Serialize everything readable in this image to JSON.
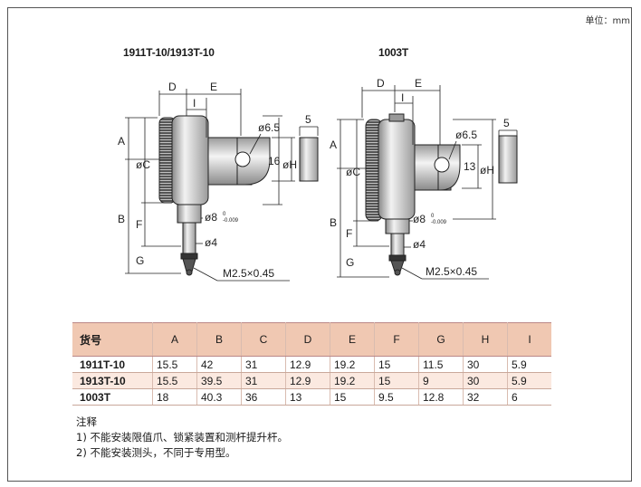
{
  "unit_label": "单位：mm",
  "titles": {
    "left": "1911T-10/1913T-10",
    "right": "1003T"
  },
  "drawing_labels": {
    "D": "D",
    "E": "E",
    "I": "I",
    "A": "A",
    "B": "B",
    "C": "øC",
    "F": "F",
    "G": "G",
    "H": "øH",
    "hole": "ø6.5",
    "width5": "5",
    "dim16": "16",
    "dim13": "13",
    "stem": "ø8",
    "stem_tol_up": "0",
    "stem_tol_low": "-0.009",
    "tip": "ø4",
    "thread": "M2.5×0.45"
  },
  "table": {
    "headers": [
      "货号",
      "A",
      "B",
      "C",
      "D",
      "E",
      "F",
      "G",
      "H",
      "I"
    ],
    "rows": [
      [
        "1911T-10",
        "15.5",
        "42",
        "31",
        "12.9",
        "19.2",
        "15",
        "11.5",
        "30",
        "5.9"
      ],
      [
        "1913T-10",
        "15.5",
        "39.5",
        "31",
        "12.9",
        "19.2",
        "15",
        "9",
        "30",
        "5.9"
      ],
      [
        "1003T",
        "18",
        "40.3",
        "36",
        "13",
        "15",
        "9.5",
        "12.8",
        "32",
        "6"
      ]
    ]
  },
  "notes": {
    "title": "注释",
    "items": [
      "1) 不能安装限值爪、锁紧装置和测杆提升杆。",
      "2) 不能安装测头，不同于专用型。"
    ]
  }
}
